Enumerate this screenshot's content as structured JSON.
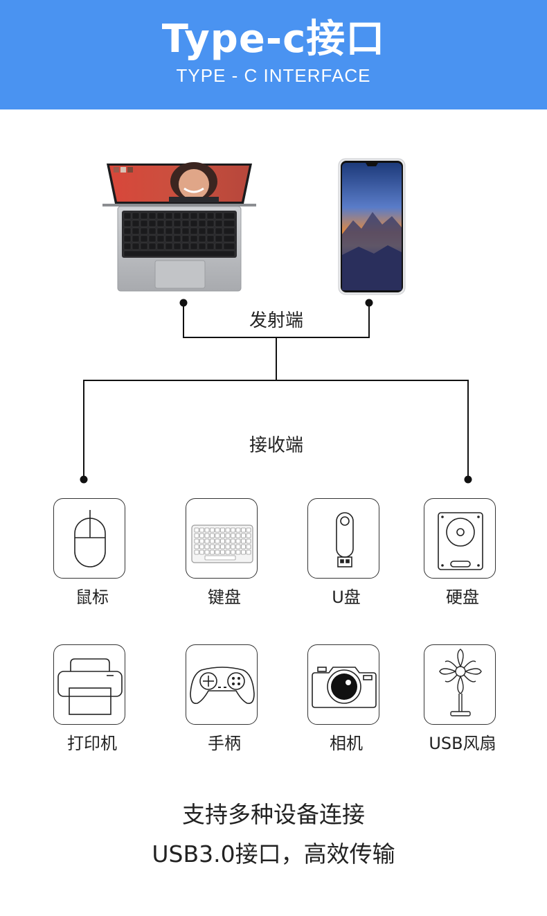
{
  "header": {
    "title": "Type-c接口",
    "subtitle": "TYPE - C INTERFACE",
    "background_color": "#4a93f1"
  },
  "diagram": {
    "sender_label": "发射端",
    "receiver_label": "接收端",
    "sender_devices": [
      {
        "name": "laptop",
        "icon": "laptop-icon"
      },
      {
        "name": "phone",
        "icon": "phone-icon"
      }
    ]
  },
  "receivers": [
    {
      "label": "鼠标",
      "icon": "mouse-icon"
    },
    {
      "label": "键盘",
      "icon": "keyboard-icon"
    },
    {
      "label": "U盘",
      "icon": "usb-drive-icon"
    },
    {
      "label": "硬盘",
      "icon": "hard-drive-icon"
    },
    {
      "label": "打印机",
      "icon": "printer-icon"
    },
    {
      "label": "手柄",
      "icon": "gamepad-icon"
    },
    {
      "label": "相机",
      "icon": "camera-icon"
    },
    {
      "label": "USB风扇",
      "icon": "fan-icon"
    }
  ],
  "footer": {
    "line1": "支持多种设备连接",
    "line2": "USB3.0接口，高效传输"
  }
}
